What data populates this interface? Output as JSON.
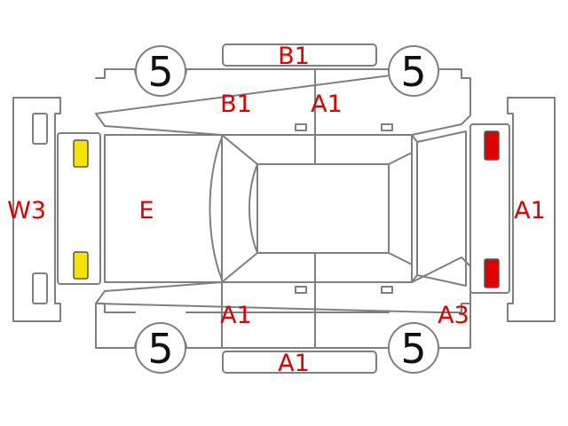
{
  "tires": {
    "front_left": "5",
    "front_right": "5",
    "rear_left": "5",
    "rear_right": "5"
  },
  "damage_codes": {
    "roof_top_strip": "B1",
    "left_front_door": "B1",
    "left_rear_door": "A1",
    "hood": "E",
    "front_bumper": "W3",
    "rear_bumper": "A1",
    "right_front_door": "A1",
    "right_rear_quarter": "A3",
    "bottom_strip": "A1"
  },
  "colors": {
    "damage_text": "#e00000",
    "front_lamps": "#f5e400",
    "rear_lamps": "#e00000",
    "outline": "#7f7f7f"
  }
}
